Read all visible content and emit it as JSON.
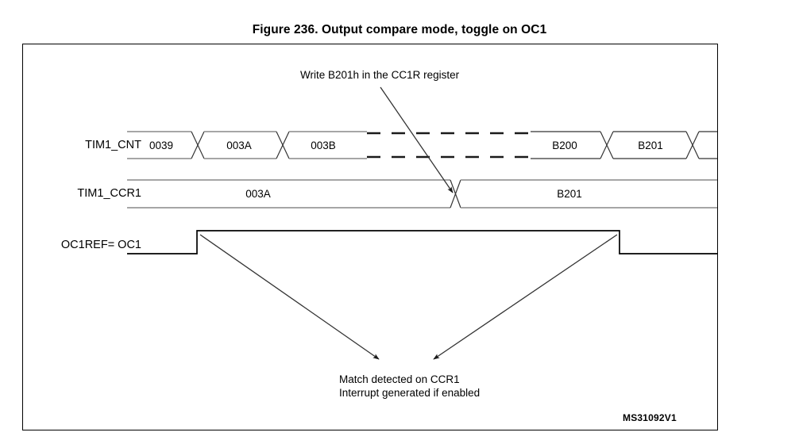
{
  "figure": {
    "title": "Figure 236. Output compare mode, toggle on OC1",
    "doc_id": "MS31092V1"
  },
  "signals": {
    "cnt_label": "TIM1_CNT",
    "ccr1_label": "TIM1_CCR1",
    "oc1ref_label": "OC1REF= OC1"
  },
  "cnt_bus": {
    "values": [
      "0039",
      "003A",
      "003B",
      "B200",
      "B201"
    ]
  },
  "ccr1_bus": {
    "values": [
      "003A",
      "B201"
    ]
  },
  "annotations": {
    "write": "Write B201h in the CC1R register",
    "match_line1": "Match detected on CCR1",
    "match_line2": "Interrupt generated if enabled"
  },
  "colors": {
    "bus_line": "#9a9a9a",
    "waveform": "#000000",
    "frame": "#000000",
    "text": "#000000"
  }
}
